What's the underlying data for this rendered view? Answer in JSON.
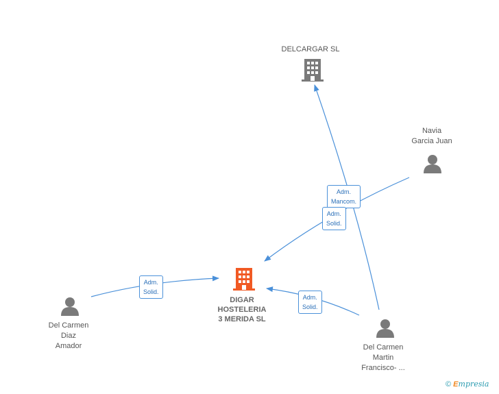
{
  "nodes": {
    "delcargar": {
      "label": "DELCARGAR SL",
      "kind": "company",
      "color": "#7a7a7a"
    },
    "navia": {
      "label_lines": [
        "Navia",
        "Garcia Juan"
      ],
      "kind": "person",
      "color": "#7a7a7a"
    },
    "digar": {
      "label_lines": [
        "DIGAR",
        "HOSTELERIA",
        "3 MERIDA SL"
      ],
      "kind": "company-main",
      "color": "#f15a24"
    },
    "diaz": {
      "label_lines": [
        "Del Carmen",
        "Diaz",
        "Amador"
      ],
      "kind": "person",
      "color": "#7a7a7a"
    },
    "martin": {
      "label_lines": [
        "Del Carmen",
        "Martin",
        "Francisco- ..."
      ],
      "kind": "person",
      "color": "#7a7a7a"
    }
  },
  "edges": [
    {
      "from": "martin",
      "to": "delcargar",
      "label_lines": [
        "Adm.",
        "Mancom."
      ]
    },
    {
      "from": "navia",
      "to": "digar",
      "label_lines": [
        "Adm.",
        "Solid."
      ]
    },
    {
      "from": "diaz",
      "to": "digar",
      "label_lines": [
        "Adm.",
        "Solid."
      ]
    },
    {
      "from": "martin",
      "to": "digar",
      "label_lines": [
        "Adm.",
        "Solid."
      ]
    }
  ],
  "edge_color": "#4a90d9",
  "footer": {
    "copyright": "©",
    "brand_initial": "E",
    "brand_rest": "mpresia"
  }
}
